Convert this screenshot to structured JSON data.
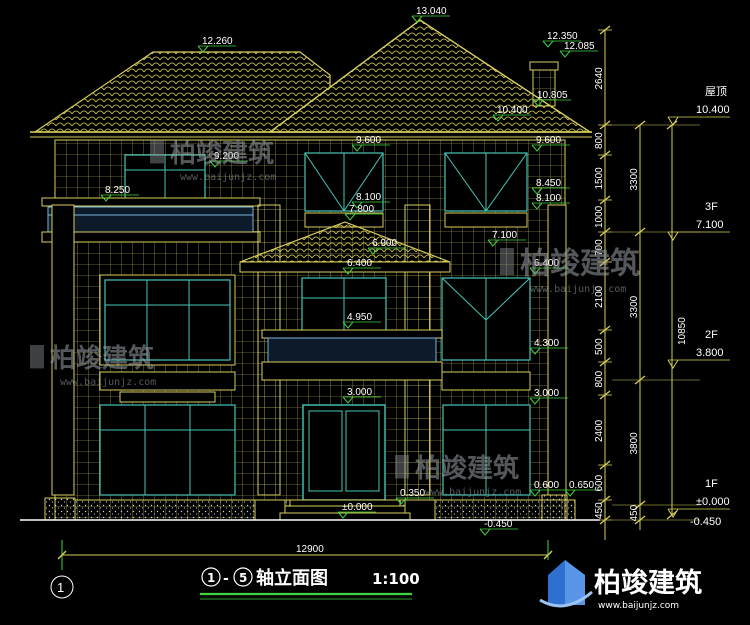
{
  "level_marks": {
    "ridge_top": "13.040",
    "roof_left": "12.260",
    "chimney_top": "12.350",
    "chimney_mid": "12.085",
    "chimney_base": "10.805",
    "eave_mid": "10.400",
    "window_3f_left": "9.200",
    "window_3f_center": "9.600",
    "window_3f_right": "9.600",
    "rail_3f_left": "8.250",
    "sill_3f_left": "8.100",
    "sill_3f_right": "8.100",
    "rail_3f_right": "8.450",
    "porch_eave": "7.800",
    "floor3_mid": "7.100",
    "porch_ridge": "6.900",
    "window_2f_top": "6.400",
    "window_2f_top_r": "6.400",
    "balcony_2f": "4.950",
    "beam_2f": "4.300",
    "door_top": "3.000",
    "window_1f_top": "3.000",
    "step_top": "0.350",
    "sill_1f_a": "0.600",
    "sill_1f_b": "0.650",
    "ground_zero": "±0.000",
    "outdoor": "-0.450"
  },
  "floor_labels": {
    "roof_name": "屋顶",
    "roof_level": "10.400",
    "f3_name": "3F",
    "f3_level": "7.100",
    "f2_name": "2F",
    "f2_level": "3.800",
    "f1_name": "1F",
    "f1_level": "±0.000",
    "f1_outdoor": "-0.450"
  },
  "dimensions": {
    "inner": [
      "2640",
      "800",
      "1500",
      "1000",
      "700",
      "2100",
      "500",
      "800",
      "2400",
      "600",
      "450"
    ],
    "floors": [
      "3300",
      "3300",
      "3800",
      "450"
    ],
    "total_height": "10850",
    "total_width": "12900"
  },
  "axis": {
    "bottom_left": "1",
    "title_start": "1",
    "title_dash": "-",
    "title_end": "5",
    "title_text": "轴立面图",
    "scale": "1:100"
  },
  "watermark": {
    "name": "柏竣建筑",
    "url": "www.baijunjz.com"
  },
  "brand": {
    "name": "柏竣建筑",
    "url": "www.baijunjz.com"
  },
  "colors": {
    "wall": "#d8cf5a",
    "roof": "#d8cf5a",
    "window": "#45c6b6",
    "level_marker": "#3fd23f",
    "dimension": "#d8cf5a",
    "axis_line": "#3fd23f"
  }
}
